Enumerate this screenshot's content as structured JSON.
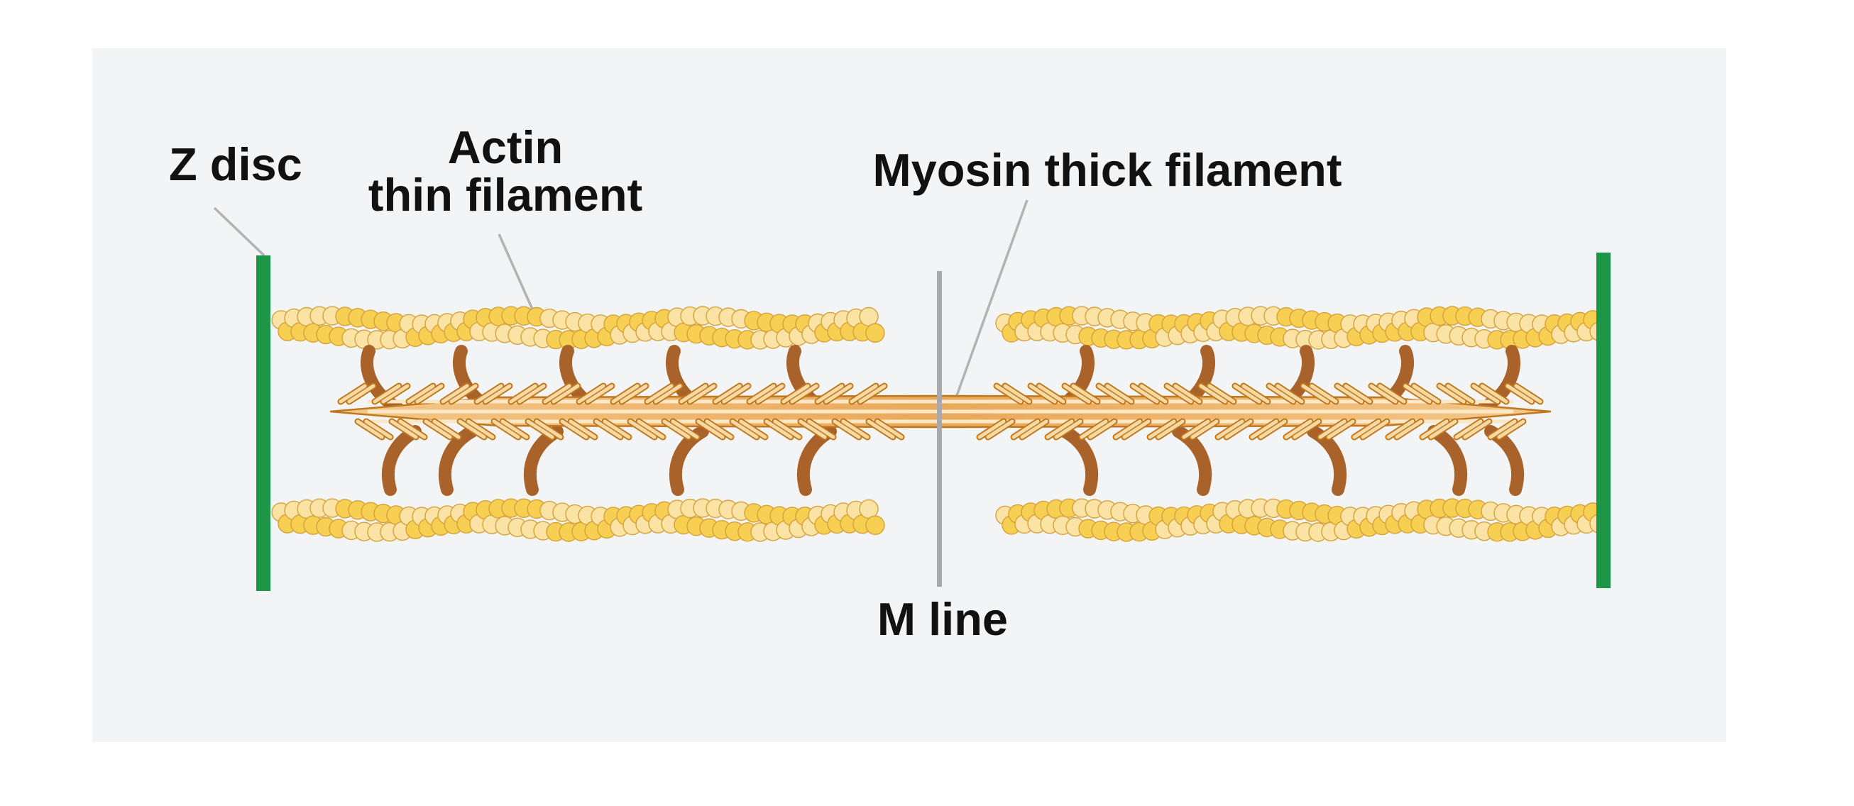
{
  "labels": {
    "z_disc": "Z disc",
    "actin_line1": "Actin",
    "actin_line2": "thin filament",
    "myosin": "Myosin thick filament",
    "m_line": "M line"
  },
  "colors": {
    "panel": "#f3f4f5",
    "z_disc": "#1f9548",
    "m_line": "#a7a9ac",
    "leader": "#b3b3b3",
    "actin_dark": "#f7cf52",
    "actin_light": "#fbe3a6",
    "actin_stroke": "#d6a13a",
    "myosin_fill": "#f6d9a3",
    "myosin_stroke": "#c0781f",
    "myosin_head": "#a8622a",
    "text": "#111111"
  },
  "structure": {
    "actin_filaments_per_half": 2,
    "myosin_heads_per_half": 10
  }
}
